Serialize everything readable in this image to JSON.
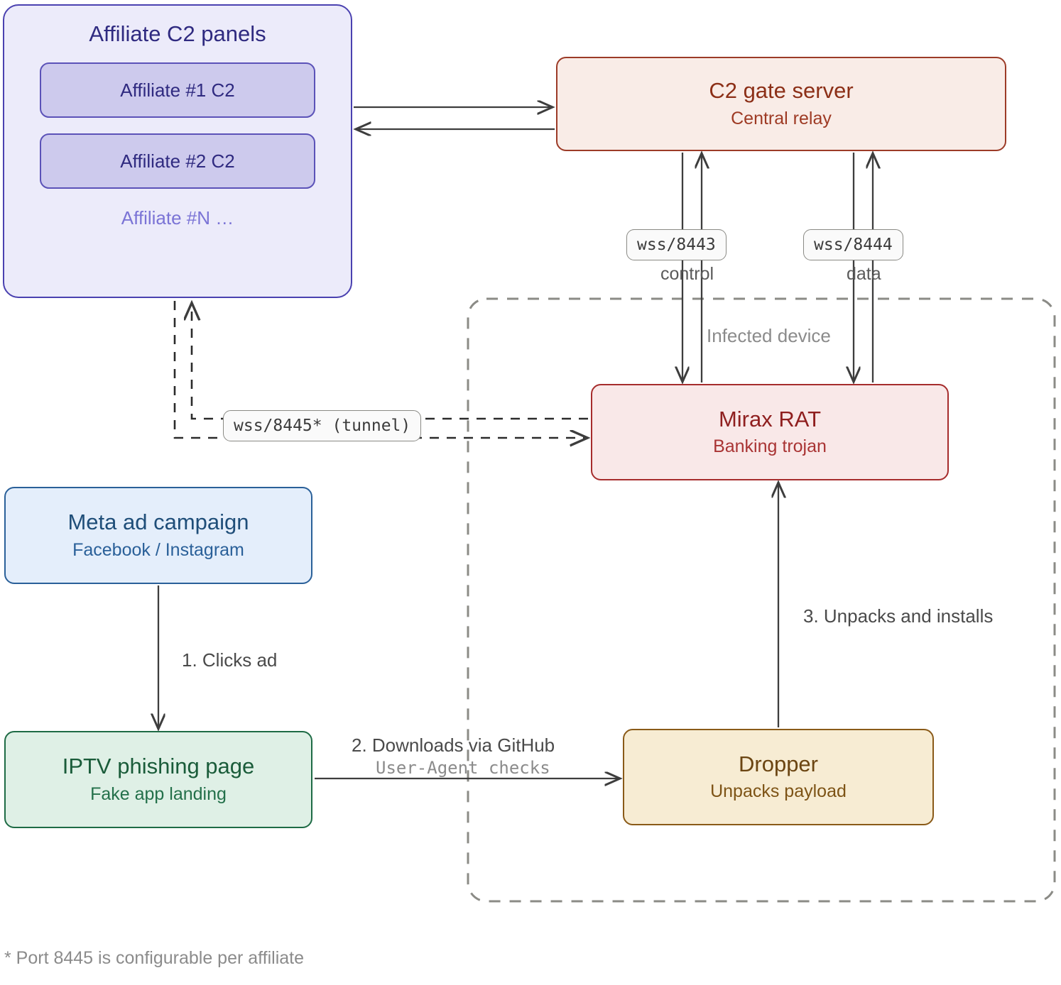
{
  "diagram": {
    "title_note": "* Port 8445 is configurable per affiliate"
  },
  "nodes": {
    "affiliate_panel": {
      "title": "Affiliate C2 panels",
      "chips": [
        {
          "label": "Affiliate #1 C2"
        },
        {
          "label": "Affiliate #2 C2"
        }
      ],
      "more_label": "Affiliate #N …",
      "colors": {
        "fill": "#ecebfa",
        "stroke": "#4a41b0",
        "chip_fill": "#cdcaed",
        "chip_stroke": "#5b52b8",
        "text": "#2f2a80",
        "muted_text": "#7b74d6"
      }
    },
    "c2_gate": {
      "title": "C2 gate server",
      "subtitle": "Central relay",
      "colors": {
        "fill": "#f9ece7",
        "stroke": "#9c3b27",
        "text": "#8c2f17"
      }
    },
    "mirax_rat": {
      "title": "Mirax RAT",
      "subtitle": "Banking trojan",
      "colors": {
        "fill": "#f9e8e8",
        "stroke": "#a62c2c",
        "text": "#8f1f1f"
      }
    },
    "meta_ad": {
      "title": "Meta ad campaign",
      "subtitle": "Facebook / Instagram",
      "colors": {
        "fill": "#e4eefb",
        "stroke": "#2a6099",
        "text": "#1f4e79"
      }
    },
    "iptv_page": {
      "title": "IPTV phishing page",
      "subtitle": "Fake app landing",
      "colors": {
        "fill": "#dff0e6",
        "stroke": "#1e6b45",
        "text": "#1a5c3a"
      }
    },
    "dropper": {
      "title": "Dropper",
      "subtitle": "Unpacks payload",
      "colors": {
        "fill": "#f7ecd3",
        "stroke": "#8a5a18",
        "text": "#6b4512"
      }
    }
  },
  "boundary": {
    "label": "Infected device",
    "style": "dashed",
    "color": "#8b8b86"
  },
  "edge_labels": {
    "port_control_pill": "wss/8443",
    "port_control_caption": "control",
    "port_data_pill": "wss/8444",
    "port_data_caption": "data",
    "tunnel_pill": "wss/8445* (tunnel)",
    "step1": "1. Clicks ad",
    "step2": "2. Downloads via GitHub",
    "step2_sub": "User-Agent checks",
    "step3": "3. Unpacks and installs"
  },
  "palette": {
    "arrow": "#3d3d3d",
    "dashed_boundary": "#8b8b86",
    "muted_text": "#8b8b8b",
    "body_text": "#4a4a4a",
    "background": "#ffffff"
  }
}
